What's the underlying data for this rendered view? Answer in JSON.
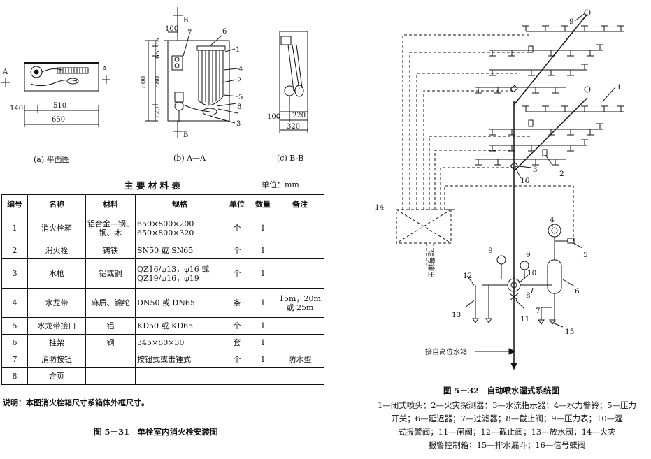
{
  "left": {
    "plan_dims": {
      "d1": "510",
      "d2": "140",
      "d3": "650",
      "sec": "A"
    },
    "a_a_dims": {
      "w100": "100",
      "h35": "35",
      "h65": "65",
      "h580": "580",
      "h120": "120",
      "h800": "800",
      "sec": "B"
    },
    "b_b_dims": {
      "d100": "100",
      "d220": "220",
      "d320": "320"
    },
    "part_labels": [
      "1",
      "2",
      "3",
      "4",
      "5",
      "6",
      "7",
      "8"
    ],
    "sub_a": "(a) 平面图",
    "sub_b": "(b) A—A",
    "sub_c": "(c) B-B",
    "table_title": "主 要 材 料 表",
    "unit": "单位：mm",
    "headers": [
      "编号",
      "名称",
      "材料",
      "规格",
      "单位",
      "数量",
      "备注"
    ],
    "rows": [
      {
        "no": "1",
        "name": "消火栓箱",
        "material": "铝合金—钢、钢、木",
        "spec": "650×800×200 650×800×320",
        "unit": "个",
        "qty": "1",
        "note": ""
      },
      {
        "no": "2",
        "name": "消火栓",
        "material": "铸铁",
        "spec": "SN50 或 SN65",
        "unit": "个",
        "qty": "1",
        "note": ""
      },
      {
        "no": "3",
        "name": "水枪",
        "material": "铝或铜",
        "spec": "QZ16/φ13，φ16 或 QZ19/φ16，φ19",
        "unit": "个",
        "qty": "1",
        "note": ""
      },
      {
        "no": "4",
        "name": "水龙带",
        "material": "麻质、锦纶",
        "spec": "DN50 或 DN65",
        "unit": "条",
        "qty": "1",
        "note": "15m，20m 或 25m"
      },
      {
        "no": "5",
        "name": "水龙带接口",
        "material": "铝",
        "spec": "KD50 或 KD65",
        "unit": "个",
        "qty": "1",
        "note": ""
      },
      {
        "no": "6",
        "name": "挂架",
        "material": "钢",
        "spec": "345×80×30",
        "unit": "套",
        "qty": "1",
        "note": ""
      },
      {
        "no": "7",
        "name": "消防按钮",
        "material": "",
        "spec": "按钮式或击锤式",
        "unit": "个",
        "qty": "1",
        "note": "防水型"
      },
      {
        "no": "8",
        "name": "合页",
        "material": "",
        "spec": "",
        "unit": "",
        "qty": "",
        "note": ""
      }
    ],
    "note": "说明：本图消火栓箱尺寸系箱体外框尺寸。",
    "caption": "图 5－31　单栓室内消火栓安装图"
  },
  "right": {
    "labels": {
      "n1": "1",
      "n2": "2",
      "n3": "3",
      "n4": "4",
      "n5": "5",
      "n6": "6",
      "n7": "7",
      "n8": "8",
      "n9a": "9",
      "n9b": "9",
      "n9c": "9",
      "n10": "10",
      "n11": "11",
      "n12": "12",
      "n13": "13",
      "n14": "14",
      "n15": "15",
      "n16": "16"
    },
    "signal_out": "信号输出",
    "inlet": "接自高位水箱",
    "caption": "图 5－32　自动喷水湿式系统图",
    "legend_lines": [
      "1—闭式喷头；2—火灾探测器；3—水流指示器；4—水力警铃；5—压力",
      "开关；6—延迟器；7—过滤器；8—截止阀；9—压力表；10—湿",
      "式报警阀；11—闸阀；12—截止阀；13—放水阀；14—火灾",
      "报警控制箱；15—排水漏斗；16—信号蝶阀"
    ]
  }
}
